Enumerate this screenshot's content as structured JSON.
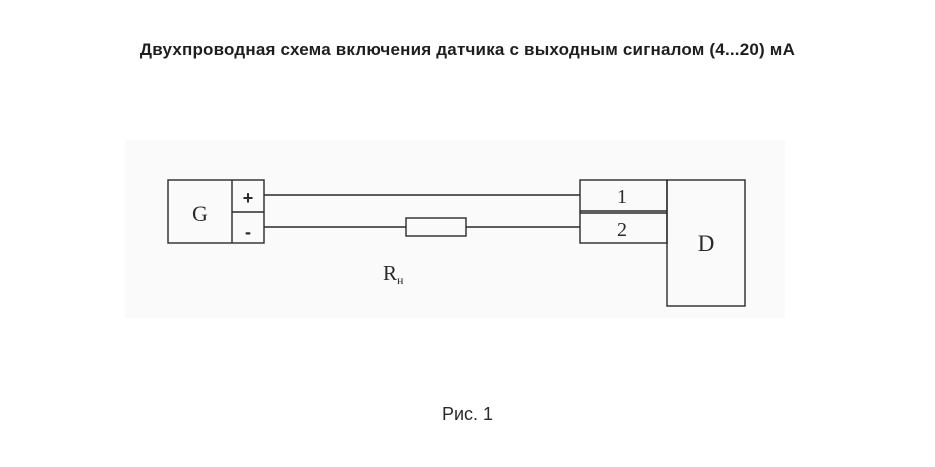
{
  "title": "Двухпроводная схема включения датчика с выходным сигналом (4...20) мА",
  "diagram": {
    "source_label": "G",
    "plus_terminal": "+",
    "minus_terminal": "-",
    "device_label": "D",
    "terminal_1": "1",
    "terminal_2": "2",
    "resistor_label": "R",
    "resistor_subscript": "н"
  },
  "caption": "Рис. 1",
  "colors": {
    "line": "#2a2a2a",
    "background": "#ffffff"
  }
}
